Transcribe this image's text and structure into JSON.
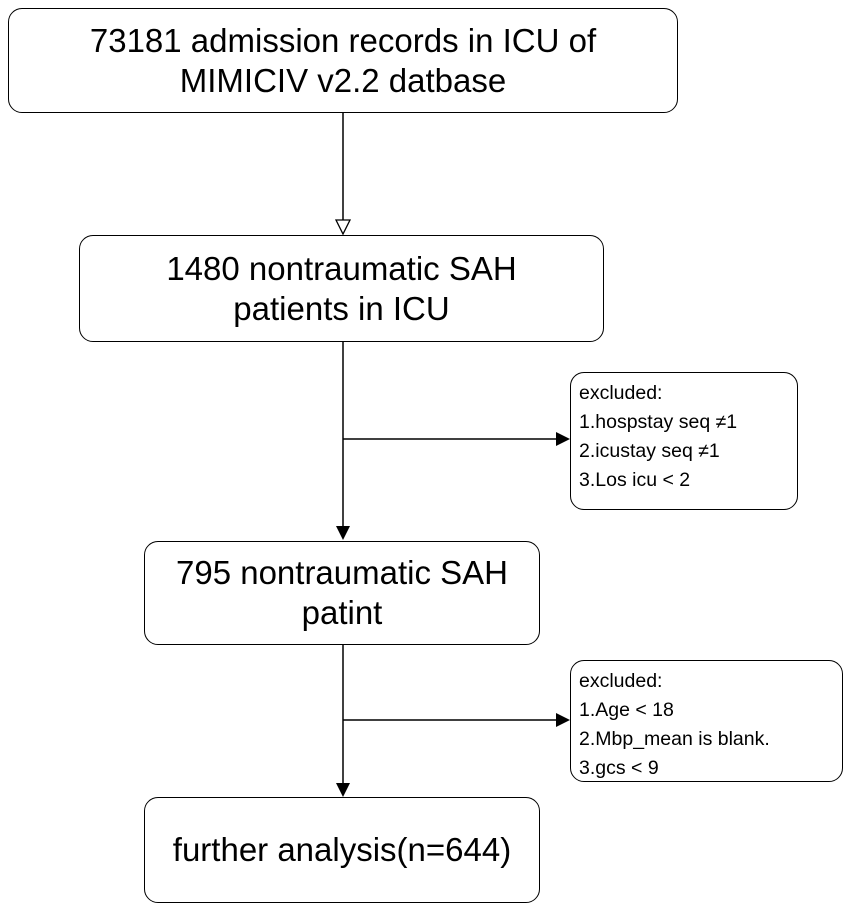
{
  "boxes": {
    "step1": {
      "lines": [
        "73181 admission records in ICU of",
        "MIMICIV v2.2 datbase"
      ]
    },
    "step2": {
      "lines": [
        "1480 nontraumatic SAH",
        "patients in ICU"
      ]
    },
    "step3": {
      "lines": [
        "795 nontraumatic SAH",
        "patint"
      ]
    },
    "step4": {
      "lines": [
        "further analysis(n=644)"
      ]
    }
  },
  "exclusions": {
    "excl1": {
      "lines": [
        "excluded:",
        "1.hospstay seq ≠1",
        "2.icustay seq ≠1",
        "3.Los icu < 2"
      ]
    },
    "excl2": {
      "lines": [
        "excluded:",
        "1.Age < 18",
        "2.Mbp_mean is blank.",
        "3.gcs < 9"
      ]
    }
  }
}
